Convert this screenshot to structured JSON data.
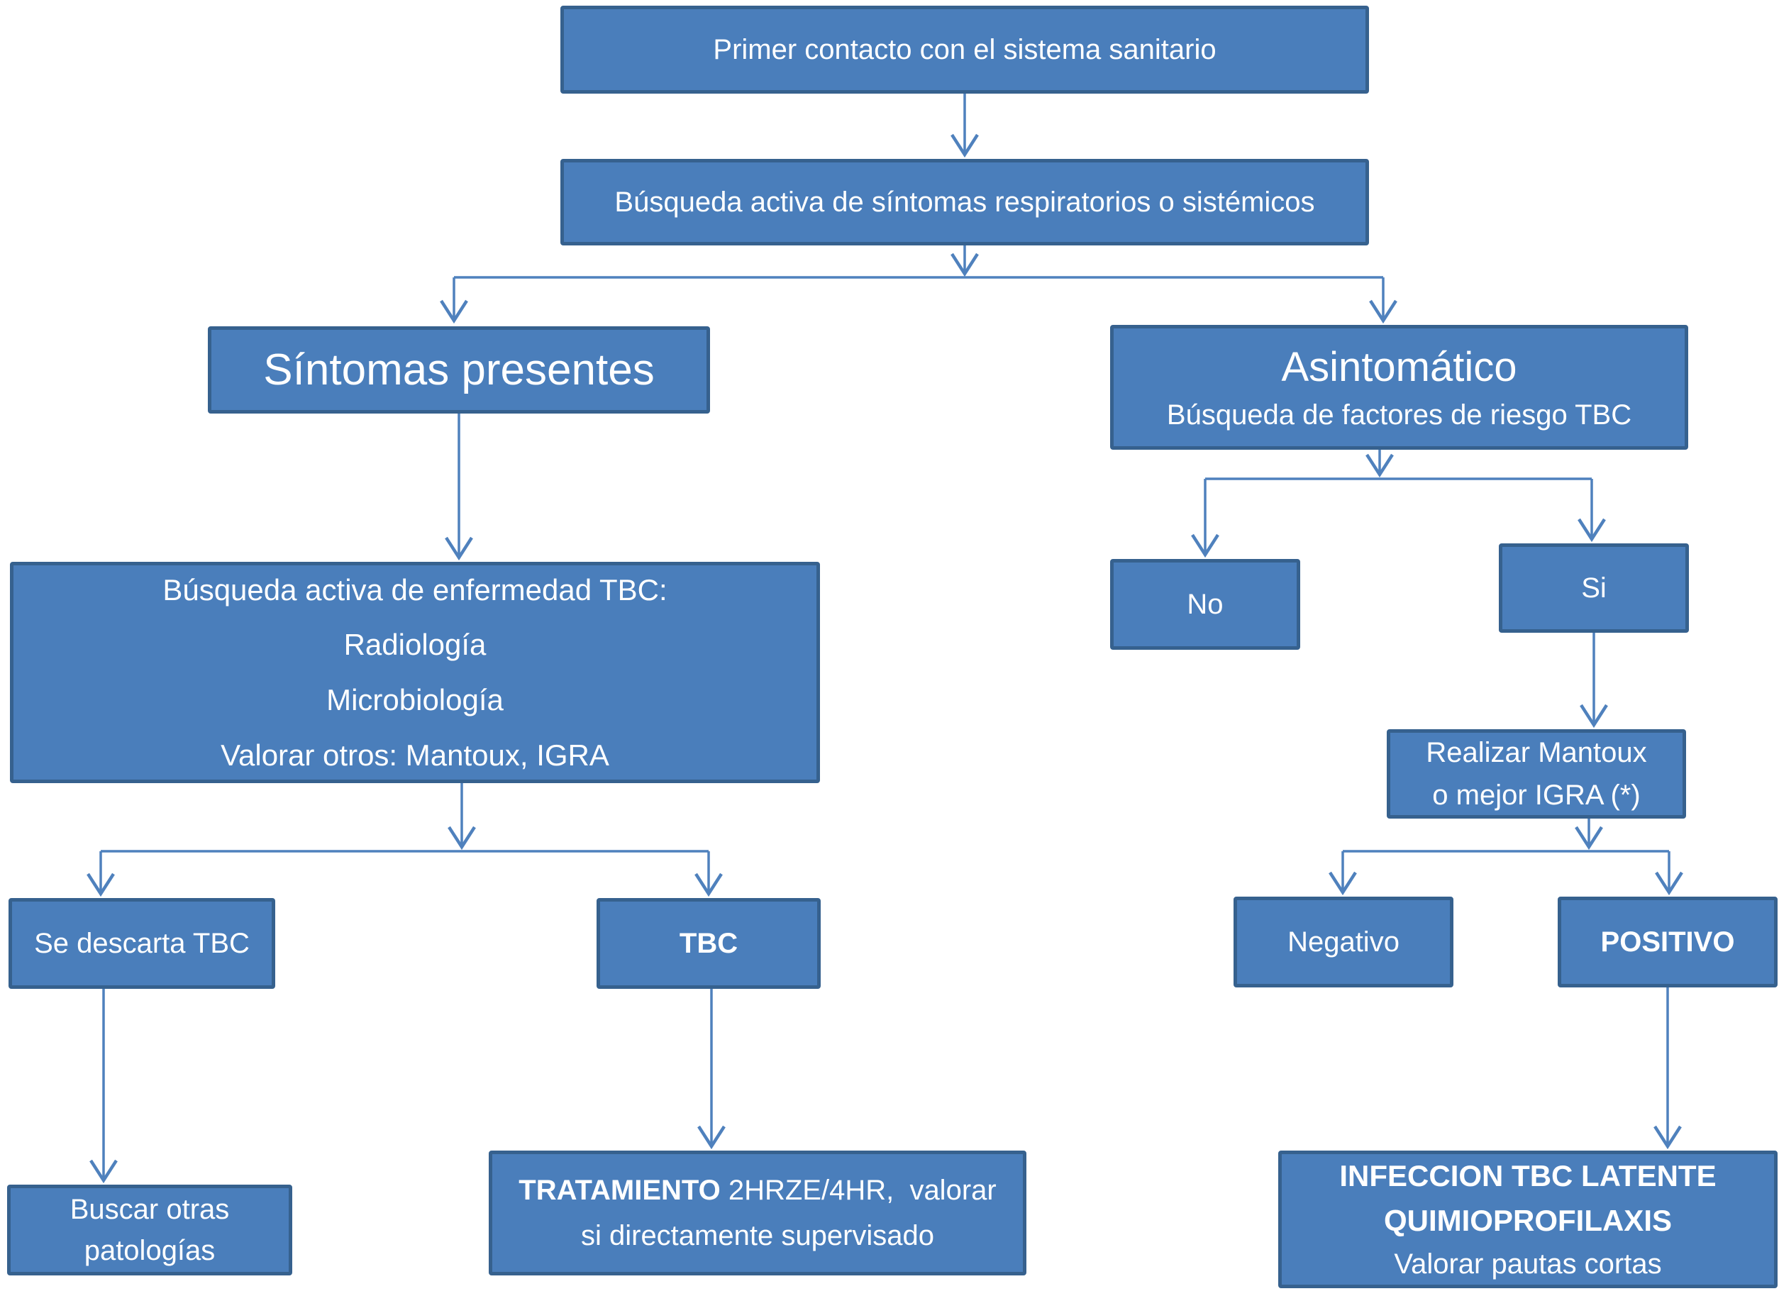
{
  "theme": {
    "box_fill": "#4a7ebb",
    "box_border": "#36618e",
    "connector_color": "#4f81bd",
    "text_color": "#ffffff",
    "background": "#ffffff"
  },
  "nodes": {
    "primer": {
      "text": "Primer contacto con el sistema sanitario"
    },
    "busqueda_sintomas": {
      "text": "Búsqueda activa de síntomas respiratorios o sistémicos"
    },
    "sintomas_presentes": {
      "text": "Síntomas presentes"
    },
    "asintomatico": {
      "title": "Asintomático",
      "subtitle": "Búsqueda de factores de riesgo TBC"
    },
    "busqueda_enfermedad": {
      "line1": "Búsqueda activa de enfermedad TBC:",
      "line2": "Radiología",
      "line3": "Microbiología",
      "line4": "Valorar otros: Mantoux, IGRA"
    },
    "no": {
      "text": "No"
    },
    "si": {
      "text": "Si"
    },
    "mantoux": {
      "line1": "Realizar Mantoux",
      "line2": "o mejor IGRA (*)"
    },
    "se_descarta": {
      "text": "Se descarta TBC"
    },
    "tbc": {
      "text": "TBC"
    },
    "negativo": {
      "text": "Negativo"
    },
    "positivo": {
      "text": "POSITIVO"
    },
    "buscar_otras": {
      "line1": "Buscar otras",
      "line2": "patologías"
    },
    "tratamiento": {
      "line1_bold": "TRATAMIENTO",
      "line1_rest": " 2HRZE/4HR,  valorar",
      "line2": "si directamente supervisado"
    },
    "infeccion": {
      "line1": "INFECCION TBC LATENTE",
      "line2": "QUIMIOPROFILAXIS",
      "line3": "Valorar pautas cortas"
    }
  }
}
